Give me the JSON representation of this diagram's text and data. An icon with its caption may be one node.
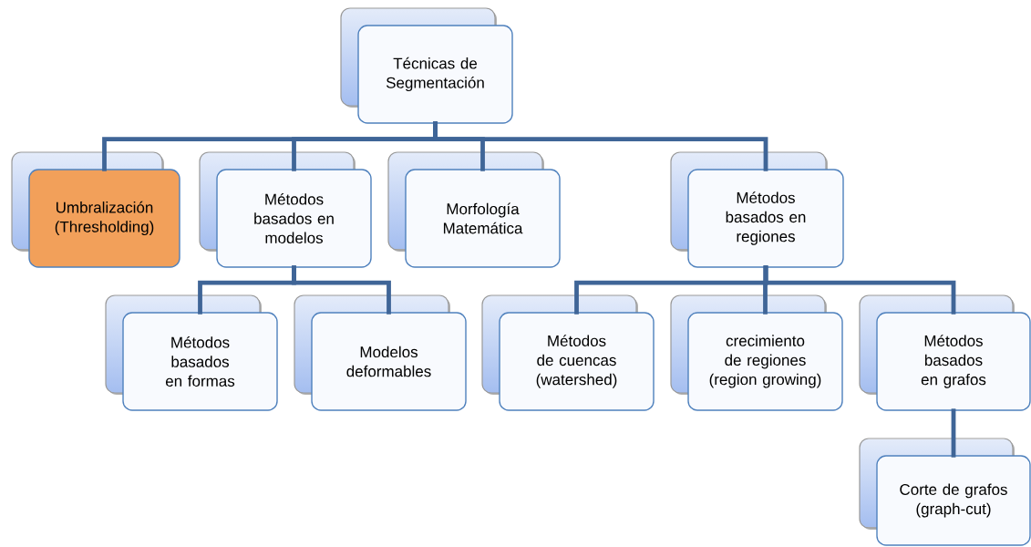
{
  "diagram": {
    "nodes": [
      {
        "text": [
          "Técnicas de Segmentación"
        ]
      },
      {
        "text": [
          "Umbralización (Thresholding)"
        ]
      },
      {
        "text": [
          "Métodos basados en modelos"
        ]
      },
      {
        "text": [
          "Morfología Matemática"
        ]
      },
      {
        "text": [
          "Métodos basados en regiones"
        ]
      },
      {
        "text": [
          "Métodos basados en formas"
        ]
      },
      {
        "text": [
          "Modelos deformables"
        ]
      },
      {
        "text": [
          "Métodos de cuencas (watershed)"
        ]
      },
      {
        "text": [
          "crecimiento de regiones (region growing)"
        ]
      },
      {
        "text": [
          "Métodos basados en grafos"
        ]
      },
      {
        "text": [
          "Corte de grafos (graph-cut)"
        ]
      }
    ],
    "edges": [
      {
        "from": 0,
        "to": 1,
        "arrow": "none"
      },
      {
        "from": 0,
        "to": 2,
        "arrow": "none"
      },
      {
        "from": 0,
        "to": 3,
        "arrow": "none"
      },
      {
        "from": 0,
        "to": 4,
        "arrow": "none"
      },
      {
        "from": 2,
        "to": 5,
        "arrow": "none"
      },
      {
        "from": 2,
        "to": 6,
        "arrow": "none"
      },
      {
        "from": 4,
        "to": 7,
        "arrow": "none"
      },
      {
        "from": 4,
        "to": 8,
        "arrow": "none"
      },
      {
        "from": 4,
        "to": 9,
        "arrow": "none"
      },
      {
        "from": 9,
        "to": 10,
        "arrow": "none"
      }
    ]
  }
}
